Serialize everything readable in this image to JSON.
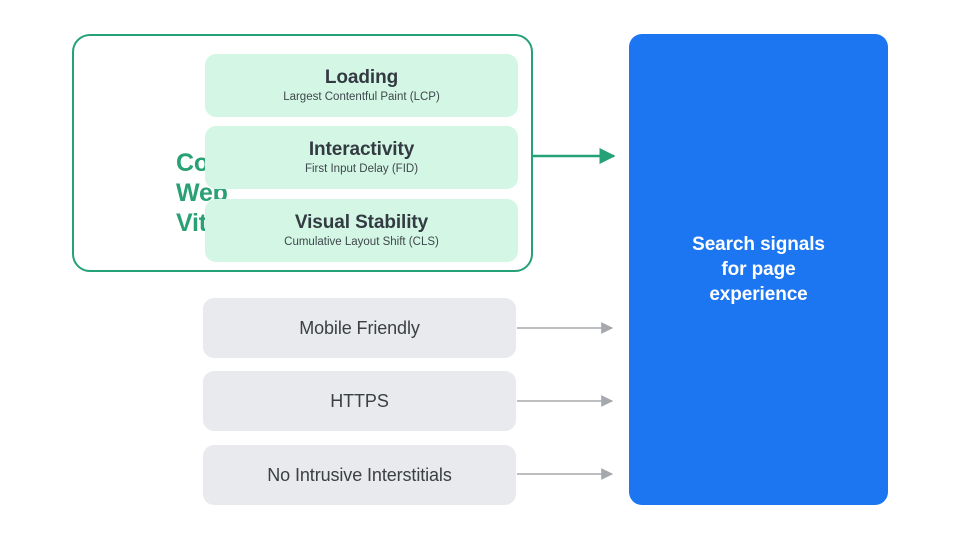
{
  "diagram": {
    "title": "Search signals for page experience",
    "colors": {
      "green_accent": "#25A178",
      "green_text": "#2AA174",
      "mint_card": "#D4F6E4",
      "gray_card": "#E8EAED",
      "blue_panel": "#1C76F2",
      "dark_text": "#3C4043",
      "gray_arrow": "#A5A8AC",
      "background": "#FFFFFF"
    }
  },
  "core_web_vitals": {
    "group_label": "Core Web Vitals",
    "group_label_lines": [
      "Core",
      "Web",
      "Vitals"
    ],
    "items": [
      {
        "title": "Loading",
        "subtitle": "Largest Contentful Paint (LCP)",
        "metric_abbr": "LCP"
      },
      {
        "title": "Interactivity",
        "subtitle": "First Input Delay (FID)",
        "metric_abbr": "FID"
      },
      {
        "title": "Visual Stability",
        "subtitle": "Cumulative Layout Shift (CLS)",
        "metric_abbr": "CLS"
      }
    ]
  },
  "other_signals": [
    {
      "label": "Mobile Friendly"
    },
    {
      "label": "HTTPS"
    },
    {
      "label": "No Intrusive Interstitials"
    }
  ],
  "destination": {
    "label": "Search signals\nfor page\nexperience"
  },
  "arrows": [
    {
      "name": "core-web-vitals-arrow",
      "color": "#25A178",
      "from": "core-web-vitals-group",
      "to": "search-signals-panel"
    },
    {
      "name": "mobile-friendly-arrow",
      "color": "#A5A8AC",
      "from": "mobile-friendly-card",
      "to": "search-signals-panel"
    },
    {
      "name": "https-arrow",
      "color": "#A5A8AC",
      "from": "https-card",
      "to": "search-signals-panel"
    },
    {
      "name": "no-intrusive-interstitials-arrow",
      "color": "#A5A8AC",
      "from": "no-intrusive-interstitials-card",
      "to": "search-signals-panel"
    }
  ]
}
